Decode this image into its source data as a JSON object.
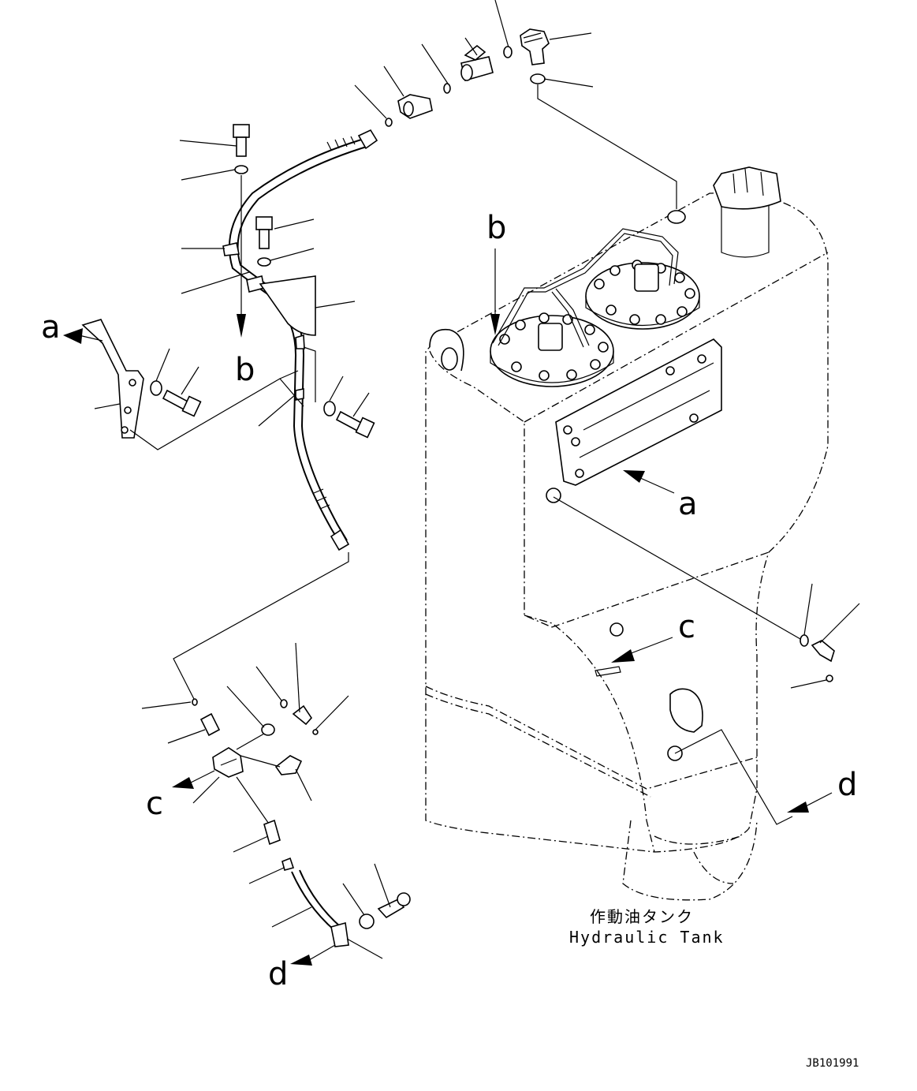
{
  "diagram": {
    "view_labels": {
      "a": "a",
      "b": "b",
      "c": "c",
      "d": "d"
    },
    "tank_caption_jp": "作動油タンク",
    "tank_caption_en": "Hydraulic Tank",
    "drawing_code": "JB101991"
  }
}
